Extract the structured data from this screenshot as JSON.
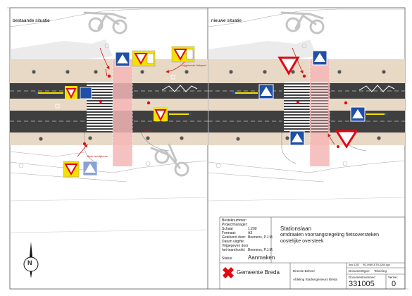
{
  "panels": {
    "left_title": "bestaande situatie",
    "right_title": "nieuwe situatie"
  },
  "annotations": {
    "vrijgekerde_fietspad": "vrijgekerde fietspad",
    "staat_verwijderen": "staat verwijderen"
  },
  "titleblock": {
    "fields": [
      {
        "label": "Besteknummer:",
        "value": ""
      },
      {
        "label": "Projectmanager:",
        "value": ""
      },
      {
        "label": "Schaal:",
        "value": "1:200"
      },
      {
        "label": "Formaat:",
        "value": "A3"
      },
      {
        "label": "Getekend door:",
        "value": "Beenens, P.J.M."
      },
      {
        "label": "Datum uitgifte:",
        "value": ""
      },
      {
        "label": "Vrijgegeven door",
        "value": ""
      },
      {
        "label": "het teamhoofd:",
        "value": "Beenens, P.J.M."
      }
    ],
    "status_label": "Status:",
    "status_value": "Aanmaken",
    "project_title": "Stationslaan",
    "project_subtitle_1": "omdraaien voorrangsregeling fietsoversteken",
    "project_subtitle_2": "oostelijke oversteek",
    "municipality": "Gemeente Breda",
    "directie": "Directie Beheer",
    "afdeling": "Afdeling Stadsingenieurs Breda",
    "file_ref": "dmc 1257",
    "file_code": "RO-HWR-ETR-0269.dgn",
    "doc_type_label": "Documenttype:",
    "doc_type_value": "Tekening",
    "doc_number_label": "Documentnummer:",
    "doc_number": "331005",
    "version_label": "Versie:",
    "version": "0"
  },
  "north_arrow": "N",
  "colors": {
    "road": "#3f3f3f",
    "sidewalk": "#e8d9c6",
    "cycle_crossing": "#f4b6b6",
    "lane_marking": "#ffffff",
    "yield_red": "#e30613",
    "sign_blue": "#1f4fa8",
    "sign_yellow": "#f5e100",
    "annotation_red": "#d11a1a"
  }
}
